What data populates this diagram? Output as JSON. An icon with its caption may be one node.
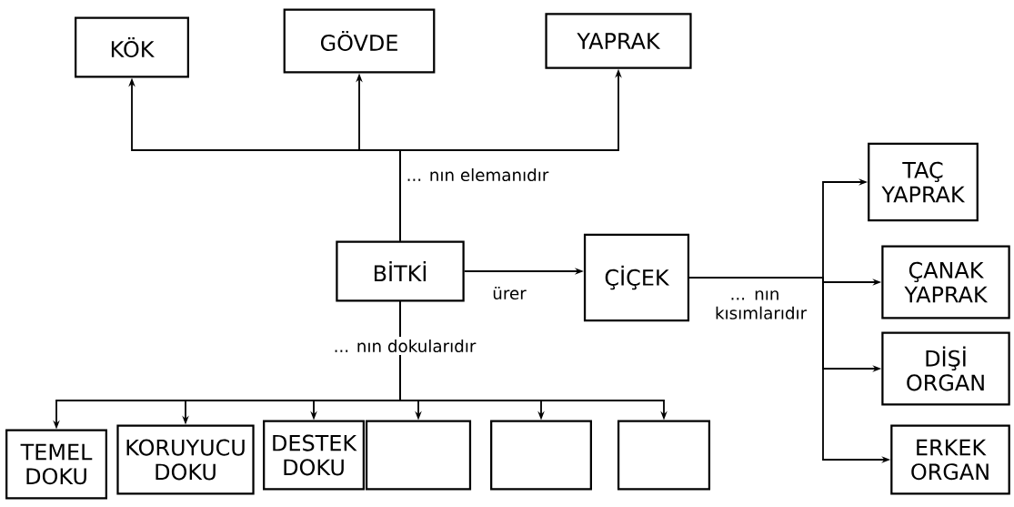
{
  "diagram": {
    "nodes": [
      {
        "text": [
          "KÖK"
        ]
      },
      {
        "text": [
          "GÖVDE"
        ]
      },
      {
        "text": [
          "YAPRAK"
        ]
      },
      {
        "text": [
          "BİTKİ"
        ]
      },
      {
        "text": [
          "ÇİÇEK"
        ]
      },
      {
        "text": [
          "TAÇ YAPRAK"
        ]
      },
      {
        "text": [
          "ÇANAK YAPRAK"
        ]
      },
      {
        "text": [
          "DİŞİ ORGAN"
        ]
      },
      {
        "text": [
          "ERKEK ORGAN"
        ]
      },
      {
        "text": [
          "TEMEL DOKU"
        ]
      },
      {
        "text": [
          "KORUYUCU DOKU"
        ]
      },
      {
        "text": [
          "DESTEK DOKU"
        ]
      },
      {
        "text": [],
        "shape": "box"
      },
      {
        "text": [],
        "shape": "box"
      },
      {
        "text": [],
        "shape": "box"
      }
    ],
    "edges": [
      {
        "from": 3,
        "to": 0,
        "arrow": "to"
      },
      {
        "from": 3,
        "to": 1,
        "arrow": "to",
        "label": "... nın elemanıdır"
      },
      {
        "from": 3,
        "to": 2,
        "arrow": "to"
      },
      {
        "from": 3,
        "to": 4,
        "arrow": "to",
        "label": "ürer"
      },
      {
        "from": 4,
        "to": 5,
        "arrow": "to",
        "label": "... nın kısımlarıdır"
      },
      {
        "from": 4,
        "to": 6,
        "arrow": "to"
      },
      {
        "from": 4,
        "to": 7,
        "arrow": "to"
      },
      {
        "from": 4,
        "to": 8,
        "arrow": "to"
      },
      {
        "from": 3,
        "to": 9,
        "arrow": "to",
        "label": "... nın dokularıdır"
      },
      {
        "from": 3,
        "to": 10,
        "arrow": "to"
      },
      {
        "from": 3,
        "to": 11,
        "arrow": "to"
      },
      {
        "from": 3,
        "to": 12,
        "arrow": "to"
      },
      {
        "from": 3,
        "to": 13,
        "arrow": "to"
      },
      {
        "from": 3,
        "to": 14,
        "arrow": "to"
      }
    ]
  }
}
